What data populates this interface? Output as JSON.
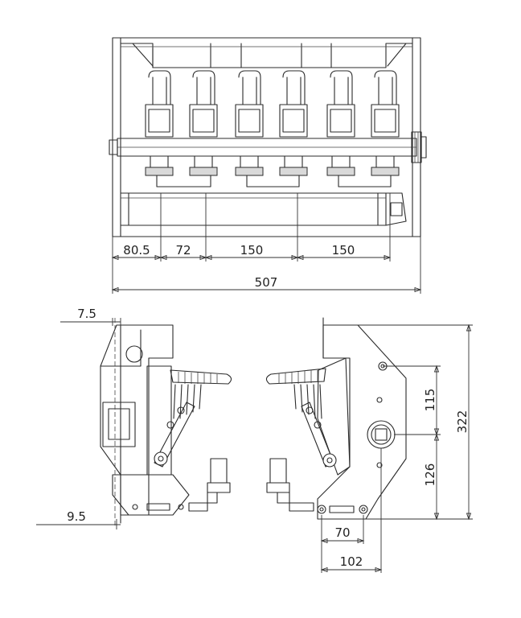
{
  "colors": {
    "line": "#2b2b2b",
    "background": "#ffffff"
  },
  "dimensions": {
    "d_80_5": "80.5",
    "d_72": "72",
    "d_150_a": "150",
    "d_150_b": "150",
    "d_507": "507",
    "d_7_5": "7.5",
    "d_9_5": "9.5",
    "d_115": "115",
    "d_126": "126",
    "d_322": "322",
    "d_70": "70",
    "d_102": "102"
  }
}
